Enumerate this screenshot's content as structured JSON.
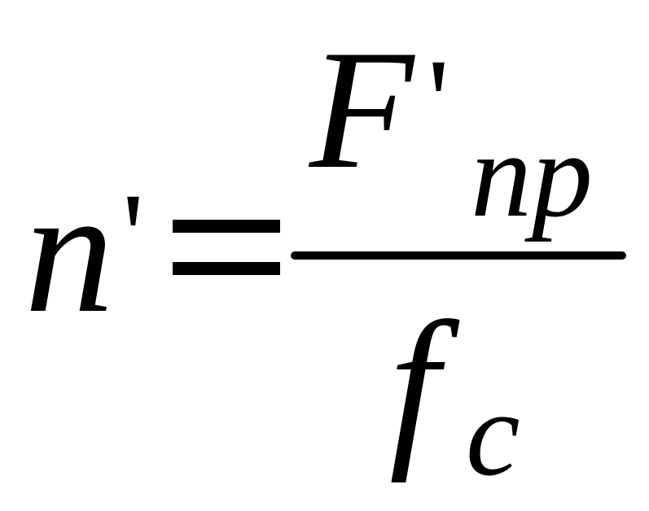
{
  "formula": {
    "lhs": {
      "variable": "n",
      "prime": "'"
    },
    "operator": "=",
    "numerator": {
      "variable": "F",
      "prime": "'",
      "subscript": "np"
    },
    "denominator": {
      "variable": "f",
      "subscript": "c"
    }
  }
}
